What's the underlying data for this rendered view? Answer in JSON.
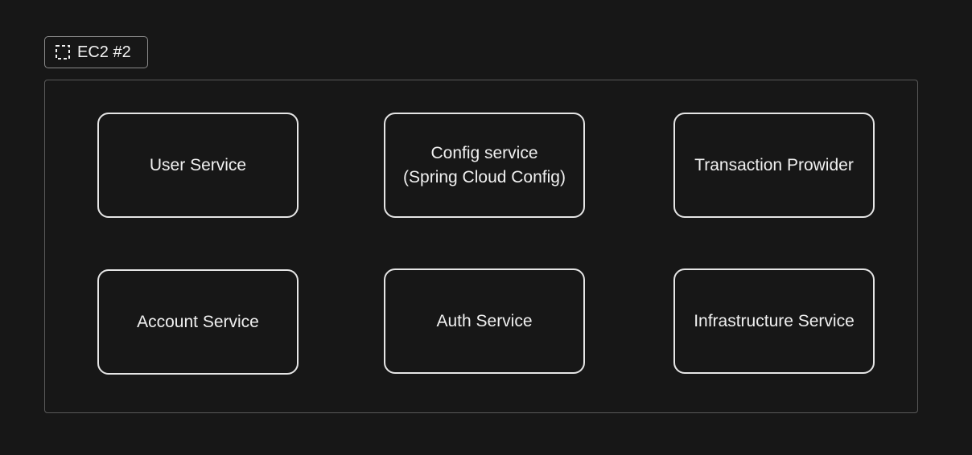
{
  "frame": {
    "label": "EC2 #2",
    "icon": "frame-icon"
  },
  "nodes": [
    {
      "label": "User Service"
    },
    {
      "label": "Config service\n(Spring Cloud Config)"
    },
    {
      "label": "Transaction Prowider"
    },
    {
      "label": "Account Service"
    },
    {
      "label": "Auth Service"
    },
    {
      "label": "Infrastructure Service"
    }
  ],
  "colors": {
    "background": "#171717",
    "node_stroke": "#e6e6e6",
    "frame_stroke": "#5a5a5a",
    "text": "#f0f0f0"
  }
}
